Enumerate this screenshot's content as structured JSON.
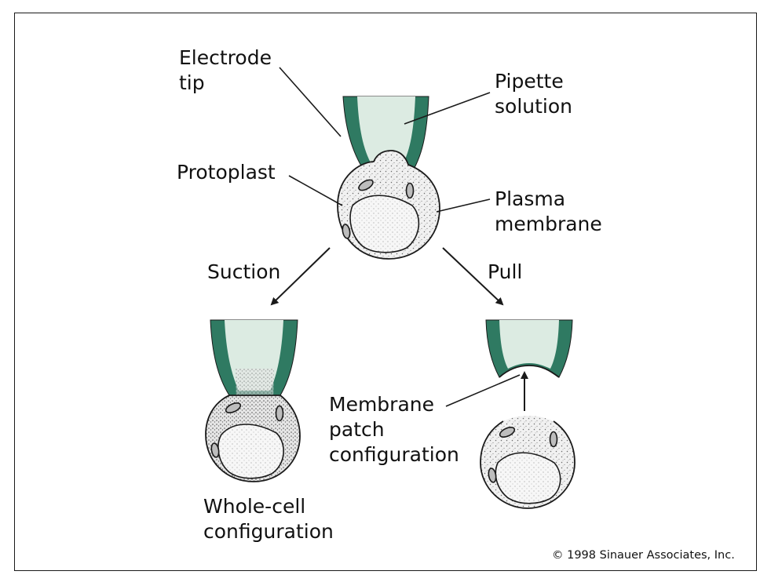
{
  "colors": {
    "pipette_wall": "#2f7a62",
    "pipette_solution": "#dcebe2",
    "cell_fill": "#eeeeee",
    "outline": "#1a1a1a"
  },
  "labels": {
    "electrode_tip": "Electrode\ntip",
    "pipette_solution": "Pipette\nsolution",
    "protoplast": "Protoplast",
    "plasma_membrane": "Plasma\nmembrane",
    "suction": "Suction",
    "pull": "Pull",
    "membrane_patch": "Membrane\npatch\nconfiguration",
    "whole_cell": "Whole-cell\nconfiguration"
  },
  "copyright": "© 1998 Sinauer Associates, Inc."
}
